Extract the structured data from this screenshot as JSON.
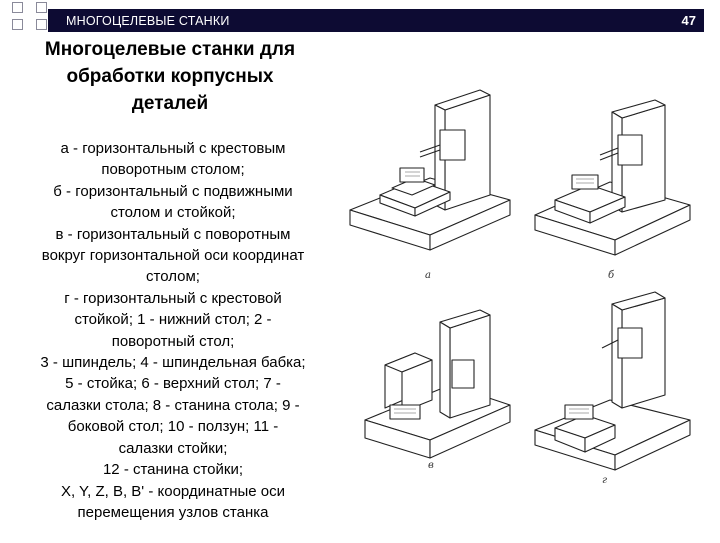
{
  "header": {
    "section_title": "МНОГОЦЕЛЕВЫЕ СТАНКИ",
    "page_number": "47"
  },
  "slide": {
    "title_lines": [
      "Многоцелевые станки для",
      "обработки корпусных",
      "деталей"
    ],
    "description_lines": [
      "а - горизонтальный с крестовым",
      "поворотным столом;",
      "б - горизонтальный с подвижными",
      "столом и стойкой;",
      "в - горизонтальный с поворотным",
      "вокруг горизонтальной оси координат",
      "столом;",
      "г - горизонтальный с крестовой",
      "стойкой;   1 - нижний  стол;  2 -",
      "поворотный стол;",
      "3 - шпиндель; 4 - шпиндельная бабка;",
      "5 - стойка; 6 - верхний стол; 7 -",
      "салазки стола; 8 - станина стола; 9 -",
      "боковой  стол; 10 - ползун; 11 -",
      "салазки  стойки;",
      "12 - станина стойки;",
      "X, Y, Z, B, B' - координатные оси",
      "перемещения узлов станка"
    ]
  },
  "figure": {
    "sublabels": [
      "а",
      "б",
      "в",
      "г"
    ]
  }
}
